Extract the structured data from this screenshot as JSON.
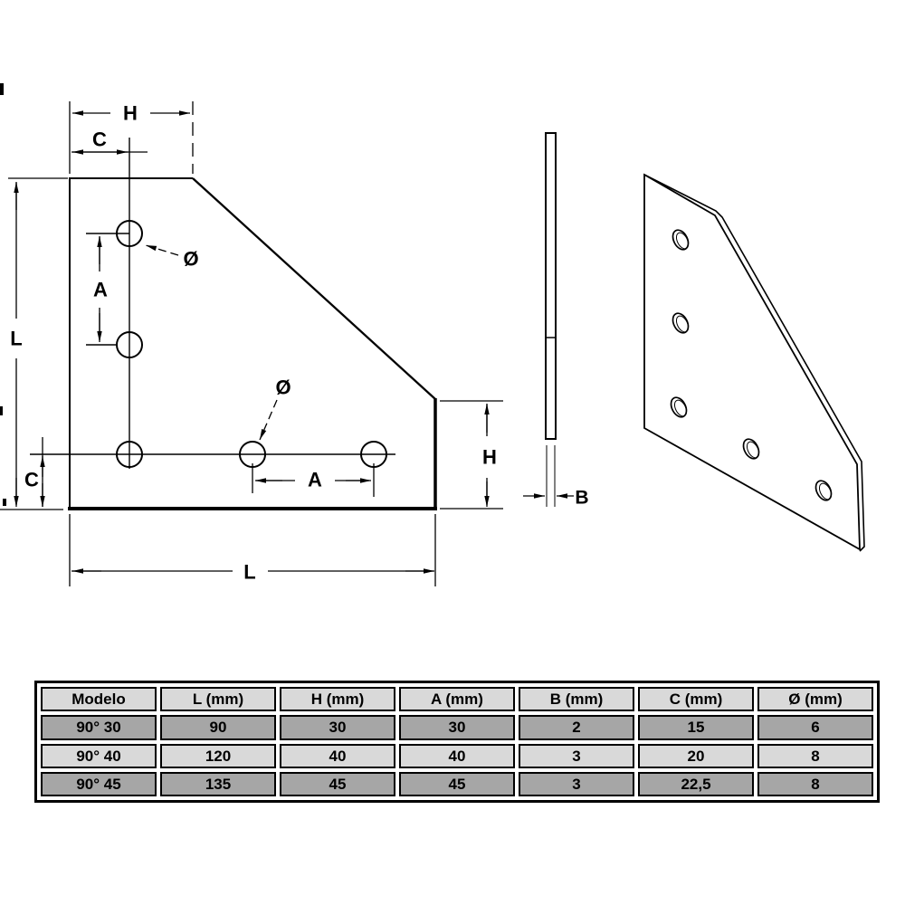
{
  "drawing": {
    "labels": {
      "h_top": "H",
      "c_top": "C",
      "l_left": "L",
      "a_top": "A",
      "dia_top": "Ø",
      "dia_bottom": "Ø",
      "a_bottom": "A",
      "c_bottom": "C",
      "h_right": "H",
      "l_bottom": "L",
      "b_side": "B"
    }
  },
  "table": {
    "headers": [
      "Modelo",
      "L (mm)",
      "H (mm)",
      "A (mm)",
      "B (mm)",
      "C (mm)",
      "Ø (mm)"
    ],
    "rows": [
      [
        "90° 30",
        "90",
        "30",
        "30",
        "2",
        "15",
        "6"
      ],
      [
        "90° 40",
        "120",
        "40",
        "40",
        "3",
        "20",
        "8"
      ],
      [
        "90° 45",
        "135",
        "45",
        "45",
        "3",
        "22,5",
        "8"
      ]
    ]
  },
  "colors": {
    "line": "#000000",
    "background": "#ffffff",
    "table_header_bg": "#d9d9d9",
    "table_row_dark_bg": "#a6a6a6",
    "table_row_light_bg": "#d9d9d9",
    "table_border": "#000000"
  }
}
